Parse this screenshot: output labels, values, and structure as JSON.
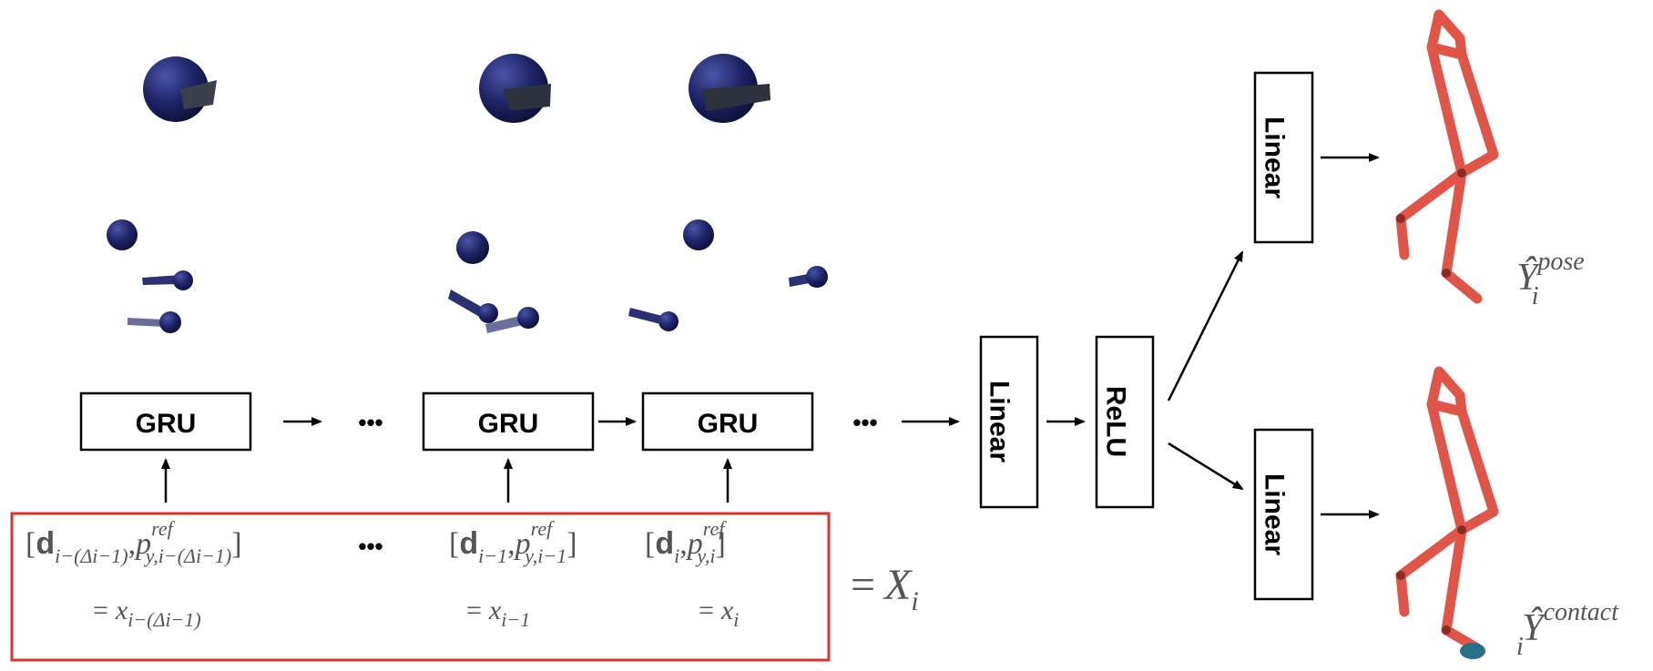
{
  "gru_boxes": [
    {
      "label": "GRU"
    },
    {
      "label": "GRU"
    },
    {
      "label": "GRU"
    }
  ],
  "ellipsis": "•••",
  "linear_center": {
    "label": "Linear"
  },
  "relu": {
    "label": "ReLU"
  },
  "linear_top": {
    "label": "Linear"
  },
  "linear_bottom": {
    "label": "Linear"
  },
  "inputs": [
    {
      "d_sub": "i−(Δi−1)",
      "p_sup": "ref",
      "p_sub": "y,i−(Δi−1)",
      "x_sub": "i−(Δi−1)"
    },
    {
      "d_sub": "i−1",
      "p_sup": "ref",
      "p_sub": "y,i−1",
      "x_sub": "i−1"
    },
    {
      "d_sub": "i",
      "p_sup": "ref",
      "p_sub": "y,i",
      "x_sub": "i"
    }
  ],
  "input_symbols": {
    "d": "d",
    "p": "p",
    "x": "x",
    "open_bracket": "[",
    "close_bracket": "]",
    "comma": ",",
    "equals": "="
  },
  "group_equation": {
    "equals": "=",
    "X": "X",
    "sub": "i"
  },
  "outputs": {
    "pose": {
      "Y": "Ŷ",
      "sup": "pose",
      "sub": "i"
    },
    "contact": {
      "Y": "Ŷ",
      "sup": "contact",
      "sub": "i"
    }
  },
  "colors": {
    "input_frame": "#d9322a",
    "skeleton": "#e05548",
    "skeleton_joint": "#8a2b26",
    "sensor": "#1e2466",
    "contact_foot": "#2a6f8a",
    "math_text": "#555555"
  }
}
